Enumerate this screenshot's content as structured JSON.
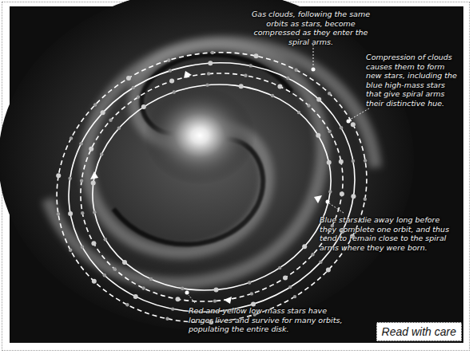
{
  "diagram": {
    "nodes": [
      {
        "text": [
          "Read with care"
        ]
      }
    ],
    "labels": [
      "Gas clouds, following the same orbits as stars, become compressed as they enter the spiral arms.",
      "Compression of clouds causes them to form new stars, including the blue high-mass stars that give spiral arms their distinctive hue.",
      "Blue stars die away long before they complete one orbit, and thus tend to remain close to the spiral arms where they were born.",
      "Red and yellow low-mass stars have longer lives and survive for many orbits, populating the entire disk."
    ]
  }
}
